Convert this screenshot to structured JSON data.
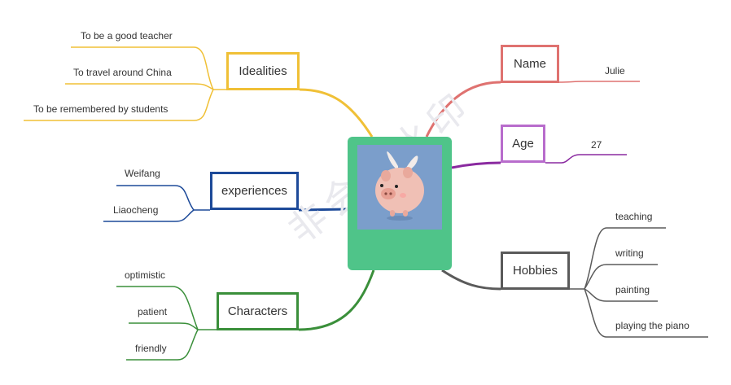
{
  "center": {
    "image": "flying-pig"
  },
  "branches": {
    "name": {
      "label": "Name",
      "color": "#df7270",
      "leaves": [
        "Julie"
      ]
    },
    "age": {
      "label": "Age",
      "color": "#b86ccc",
      "line_color": "#8a2aa0",
      "leaves": [
        "27"
      ]
    },
    "hobbies": {
      "label": "Hobbies",
      "color": "#5a5a5a",
      "leaves": [
        "teaching",
        "writing",
        "painting",
        "playing the piano"
      ]
    },
    "idealities": {
      "label": "Idealities",
      "color": "#f0c036",
      "leaves": [
        "To be a good teacher",
        "To travel around China",
        "To be remembered by students"
      ]
    },
    "experiences": {
      "label": "experiences",
      "color": "#1d4a99",
      "leaves": [
        "Weifang",
        "Liaocheng"
      ]
    },
    "characters": {
      "label": "Characters",
      "color": "#3a8f3a",
      "leaves": [
        "optimistic",
        "patient",
        "friendly"
      ]
    }
  },
  "watermark": "非会员水印"
}
